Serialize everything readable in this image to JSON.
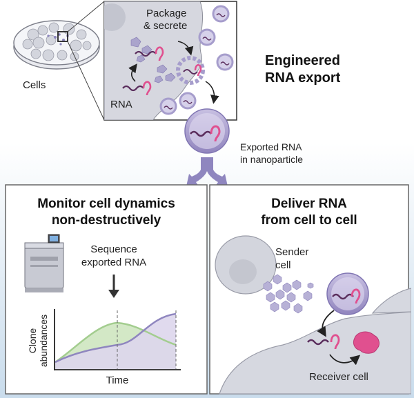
{
  "top": {
    "cells_label": "Cells",
    "package_line1": "Package",
    "package_line2": "& secrete",
    "rna_label": "RNA",
    "title_line1": "Engineered",
    "title_line2": "RNA export",
    "exported_line1": "Exported RNA",
    "exported_line2": "in nanoparticle"
  },
  "left_panel": {
    "title_line1": "Monitor cell dynamics",
    "title_line2": "non-destructively",
    "sequence_line1": "Sequence",
    "sequence_line2": "exported RNA",
    "ylabel_line1": "Clone",
    "ylabel_line2": "abundances",
    "xlabel": "Time"
  },
  "right_panel": {
    "title_line1": "Deliver RNA",
    "title_line2": "from cell to cell",
    "sender_line1": "Sender",
    "sender_line2": "cell",
    "receiver_label": "Receiver cell"
  },
  "colors": {
    "rna_pink": "#e0508f",
    "rna_purple": "#5a2d5c",
    "particle_purple": "#a99ccc",
    "green_clone": "#a3cd8f",
    "purple_clone": "#8f86bf",
    "cell_gray": "#c9cbd4"
  }
}
